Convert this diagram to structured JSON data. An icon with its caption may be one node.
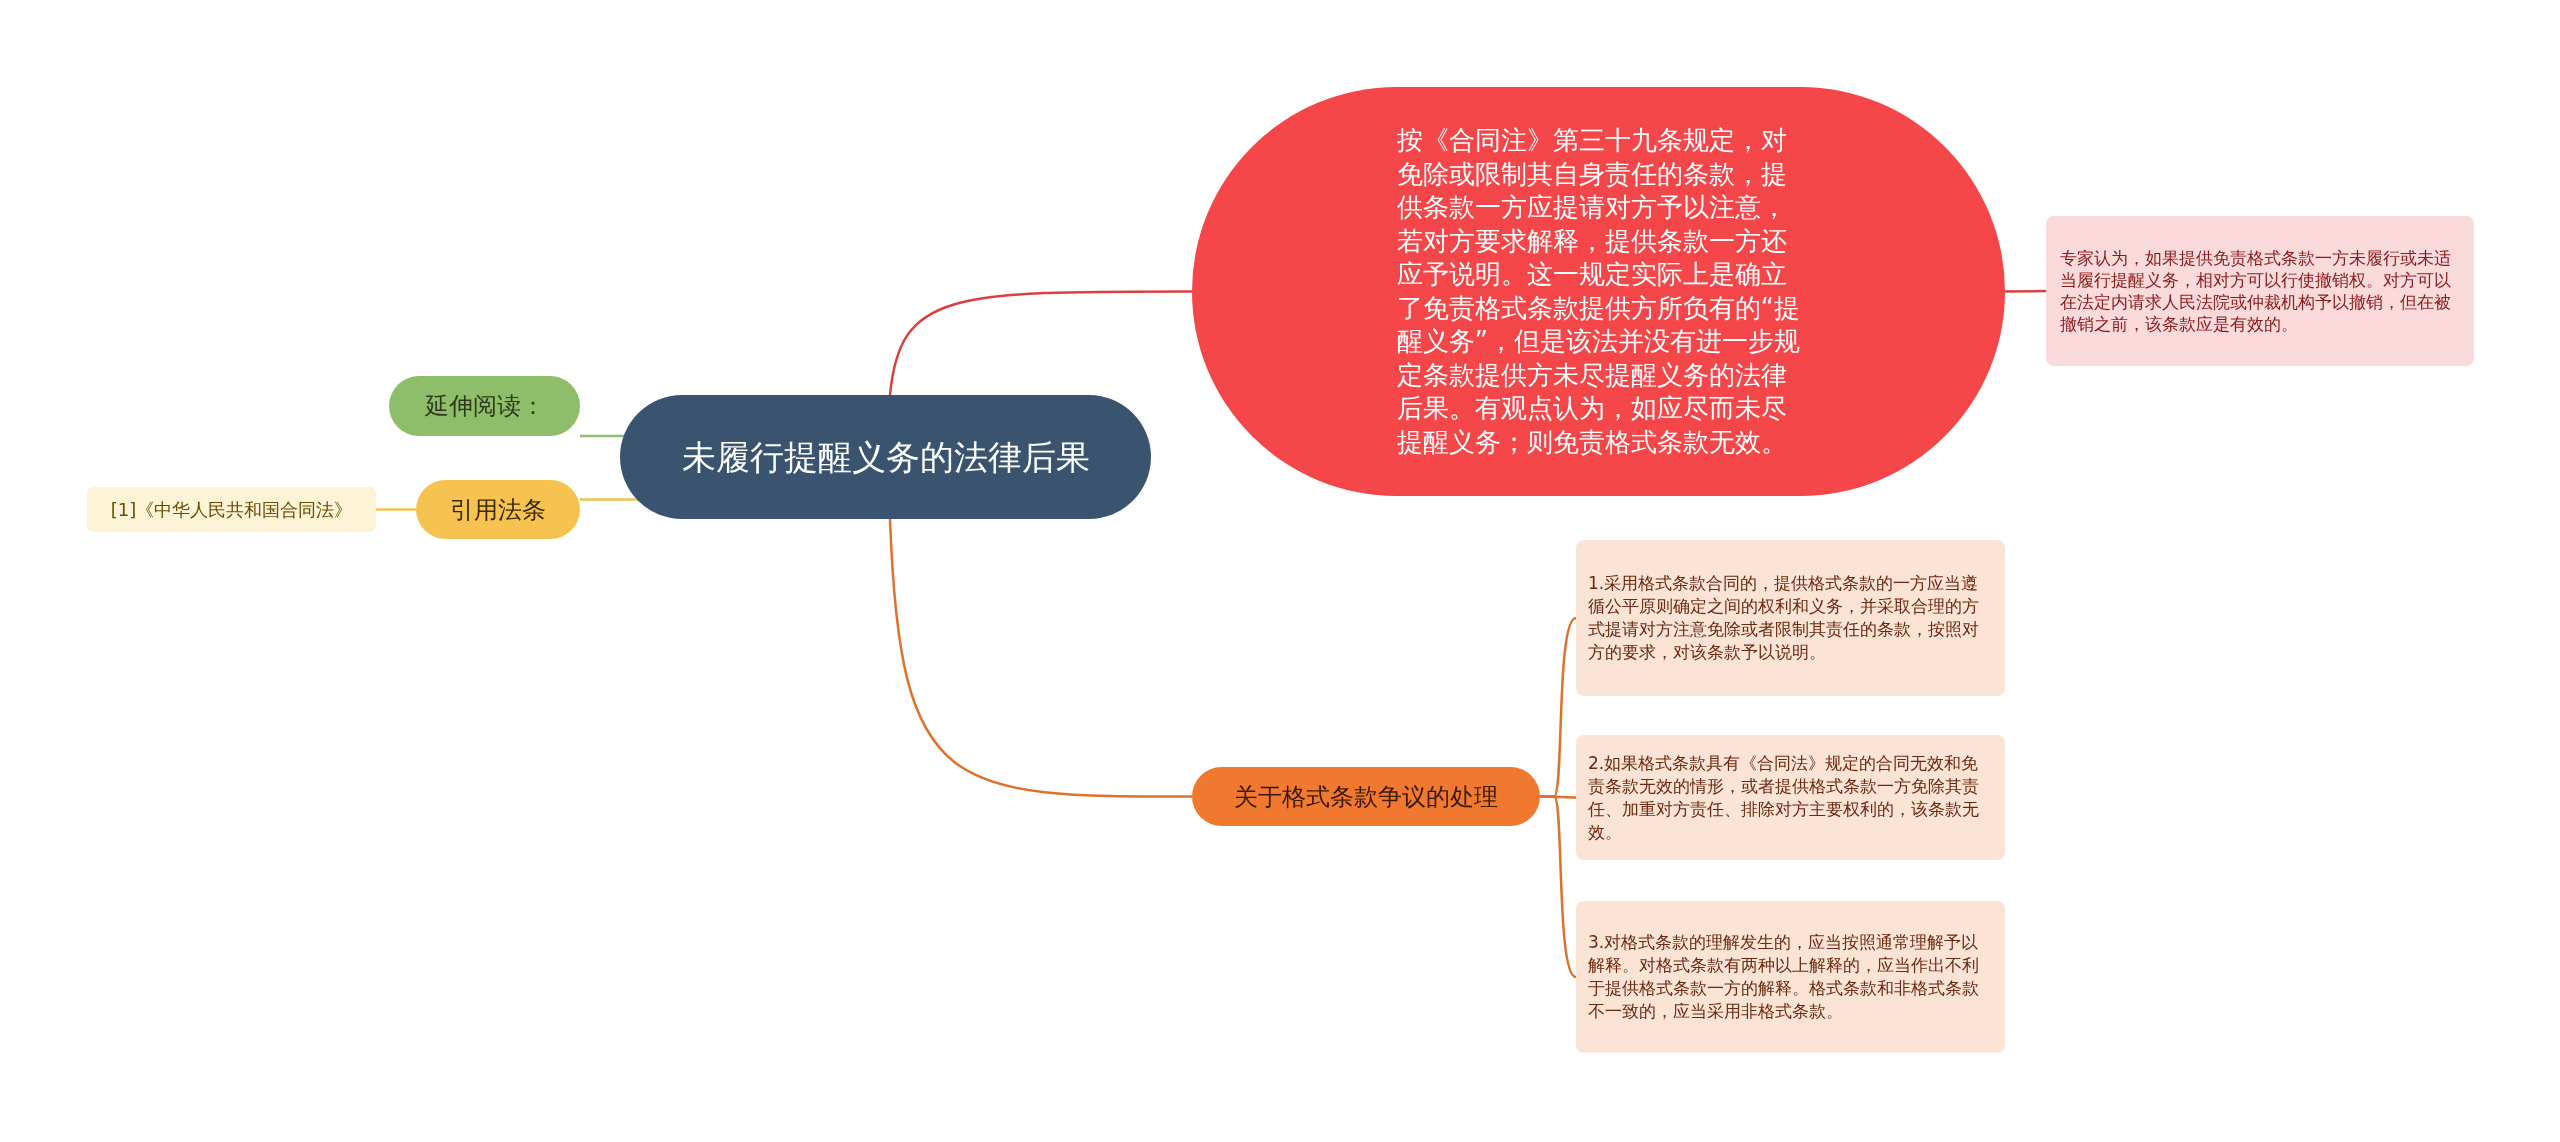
{
  "diagram": {
    "nodes": [
      {
        "text": [
          "未履行提醒义务的法律后果"
        ]
      },
      {
        "text": [
          "按《合同注》第三十九条规定，对免除或限制其自身责任的条款，提供条款一方应提请对方予以注意，若对方要求解释，提供条款一方还应予说明。这一规定实际上是确立了免责格式条款提供方所负有的“提醒义务”，但是该法并没有进一步规定条款提供方未尽提醒义务的法律后果。有观点认为，如应尽而未尽提醒义务；则免责格式条款无效。"
        ]
      },
      {
        "text": [
          "专家认为，如果提供免责格式条款一方未履行或未适当履行提醒义务，相对方可以行使撤销权。对方可以在法定内请求人民法院或仲裁机构予以撤销，但在被撤销之前，该条款应是有效的。"
        ]
      },
      {
        "text": [
          "延伸阅读："
        ]
      },
      {
        "text": [
          "引用法条"
        ]
      },
      {
        "text": [
          "[1]《中华人民共和国合同法》"
        ]
      },
      {
        "text": [
          "关于格式条款争议的处理"
        ]
      },
      {
        "text": [
          "1.采用格式条款合同的，提供格式条款的一方应当遵循公平原则确定之间的权利和义务，并采取合理的方式提请对方注意免除或者限制其责任的条款，按照对方的要求，对该条款予以说明。"
        ]
      },
      {
        "text": [
          "2.如果格式条款具有《合同法》规定的合同无效和免责条款无效的情形，或者提供格式条款一方免除其责任、加重对方责任、排除对方主要权利的，该条款无效。"
        ]
      },
      {
        "text": [
          "3.对格式条款的理解发生的，应当按照通常理解予以解释。对格式条款有两种以上解释的，应当作出不利于提供格式条款一方的解释。格式条款和非格式条款不一致的，应当采用非格式条款。"
        ]
      }
    ],
    "edges": [
      {
        "from": 0,
        "to": 1,
        "arrow": "none",
        "color": "#d9403f"
      },
      {
        "from": 1,
        "to": 2,
        "arrow": "none",
        "color": "#d9403f"
      },
      {
        "from": 0,
        "to": 3,
        "arrow": "none",
        "color": "#8fbe6a"
      },
      {
        "from": 0,
        "to": 4,
        "arrow": "none",
        "color": "#f2c14e"
      },
      {
        "from": 4,
        "to": 5,
        "arrow": "none",
        "color": "#f2c14e"
      },
      {
        "from": 0,
        "to": 6,
        "arrow": "none"
      },
      {
        "from": 6,
        "to": 7,
        "arrow": "none"
      },
      {
        "from": 6,
        "to": 8,
        "arrow": "none"
      },
      {
        "from": 6,
        "to": 9,
        "arrow": "none"
      }
    ]
  }
}
